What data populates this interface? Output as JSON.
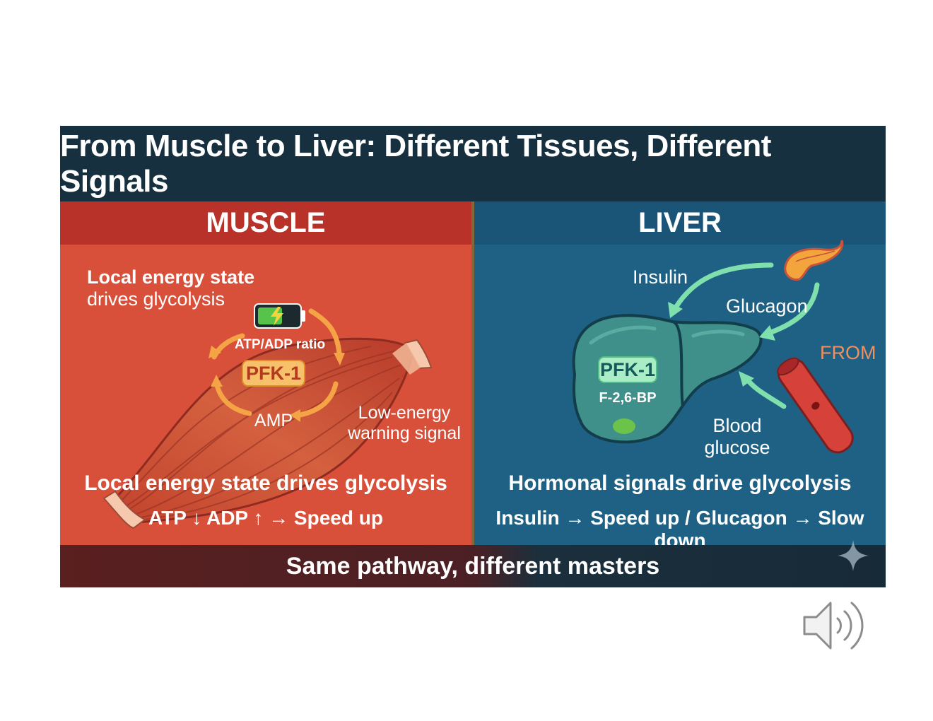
{
  "title": "From Muscle to Liver: Different Tissues, Different Signals",
  "muscle": {
    "header": "MUSCLE",
    "side_label_bold": "Local energy state",
    "side_label_rest": "drives glycolysis",
    "ratio_label": "ATP/ADP ratio",
    "enzyme": "PFK-1",
    "amp_label": "AMP",
    "warning_label_1": "Low-energy",
    "warning_label_2": "warning signal",
    "summary": "Local energy state drives glycolysis",
    "rule": "ATP ↓ ADP ↑ → Speed up"
  },
  "liver": {
    "header": "LIVER",
    "insulin_label": "Insulin",
    "glucagon_label": "Glucagon",
    "from_label": "FROM",
    "enzyme": "PFK-1",
    "regulator": "F-2,6-BP",
    "blood_label_1": "Blood",
    "blood_label_2": "glucose",
    "summary": "Hormonal signals drive glycolysis",
    "rule": "Insulin → Speed up / Glucagon → Slow down"
  },
  "footer": "Same pathway, different masters",
  "colors": {
    "muscle_bg": "#d9503a",
    "muscle_header": "#b9322a",
    "liver_bg": "#1f6184",
    "liver_header": "#1a5577",
    "title_bg": "#16303f",
    "muscle_accent": "#f5a445",
    "liver_accent": "#7fe0ad"
  },
  "icons": [
    "battery-icon",
    "muscle-illustration",
    "liver-illustration",
    "pancreas-icon",
    "blood-vessel-icon",
    "sparkle-icon",
    "speaker-icon"
  ]
}
